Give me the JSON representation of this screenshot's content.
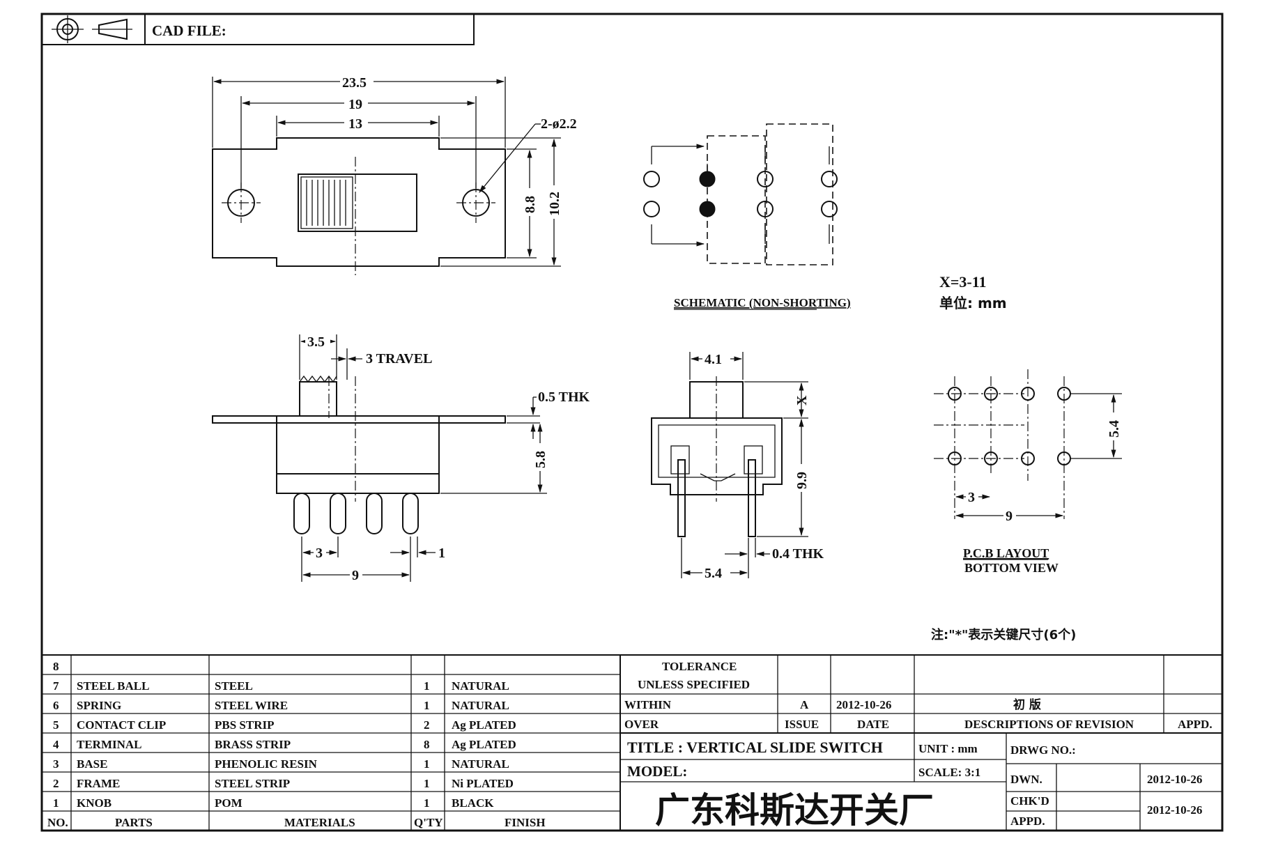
{
  "header": {
    "cad_label": "CAD FILE:"
  },
  "top_view": {
    "dims": {
      "overall": "23.5",
      "holes": "19",
      "slot": "13",
      "height_inner": "8.8",
      "height_outer": "10.2",
      "hole_callout": "2-ø2.2"
    }
  },
  "schematic": {
    "label": "SCHEMATIC (NON-SHORTING)"
  },
  "notes": {
    "x_range": "X=3-11",
    "unit": "单位: mm",
    "key_dims": "注:\"*\"表示关键尺寸(6个)"
  },
  "side_view": {
    "dims": {
      "knob": "3.5",
      "travel": "3 TRAVEL",
      "thk": "0.5 THK",
      "height": "5.8",
      "pitch": "3",
      "pin": "1",
      "span": "9"
    }
  },
  "end_view": {
    "dims": {
      "knob_w": "4.1",
      "x": "X",
      "height": "9.9",
      "thk": "0.4 THK",
      "width": "5.4"
    }
  },
  "pcb": {
    "label1": "P.C.B LAYOUT",
    "label2": "BOTTOM VIEW",
    "dims": {
      "row": "5.4",
      "pitch": "3",
      "span": "9"
    }
  },
  "bom": {
    "rows": [
      {
        "no": "8",
        "part": "",
        "material": "",
        "qty": "",
        "finish": ""
      },
      {
        "no": "7",
        "part": "STEEL BALL",
        "material": "STEEL",
        "qty": "1",
        "finish": "NATURAL"
      },
      {
        "no": "6",
        "part": "SPRING",
        "material": "STEEL WIRE",
        "qty": "1",
        "finish": "NATURAL"
      },
      {
        "no": "5",
        "part": "CONTACT CLIP",
        "material": "PBS STRIP",
        "qty": "2",
        "finish": "Ag PLATED"
      },
      {
        "no": "4",
        "part": "TERMINAL",
        "material": "BRASS STRIP",
        "qty": "8",
        "finish": "Ag PLATED"
      },
      {
        "no": "3",
        "part": "BASE",
        "material": "PHENOLIC RESIN",
        "qty": "1",
        "finish": "NATURAL"
      },
      {
        "no": "2",
        "part": "FRAME",
        "material": "STEEL STRIP",
        "qty": "1",
        "finish": "Ni PLATED"
      },
      {
        "no": "1",
        "part": "KNOB",
        "material": "POM",
        "qty": "1",
        "finish": "BLACK"
      }
    ],
    "headers": {
      "no": "NO.",
      "part": "PARTS",
      "material": "MATERIALS",
      "qty": "Q'TY",
      "finish": "FINISH"
    }
  },
  "title_block": {
    "tolerance1": "TOLERANCE",
    "tolerance2": "UNLESS SPECIFIED",
    "within": "WITHIN",
    "over": "OVER",
    "issue_val": "A",
    "date_val": "2012-10-26",
    "rev_desc": "初 版",
    "issue": "ISSUE",
    "date": "DATE",
    "desc": "DESCRIPTIONS OF REVISION",
    "appd": "APPD.",
    "title": "TITLE : VERTICAL SLIDE SWITCH",
    "unit": "UNIT : mm",
    "drwg": "DRWG NO.:",
    "model": "MODEL:",
    "scale": "SCALE: 3:1",
    "dwn": "DWN.",
    "dwn_date": "2012-10-26",
    "company": "广东科斯达开关厂",
    "chkd": "CHK'D",
    "chk_date": "2012-10-26",
    "appd2": "APPD."
  }
}
